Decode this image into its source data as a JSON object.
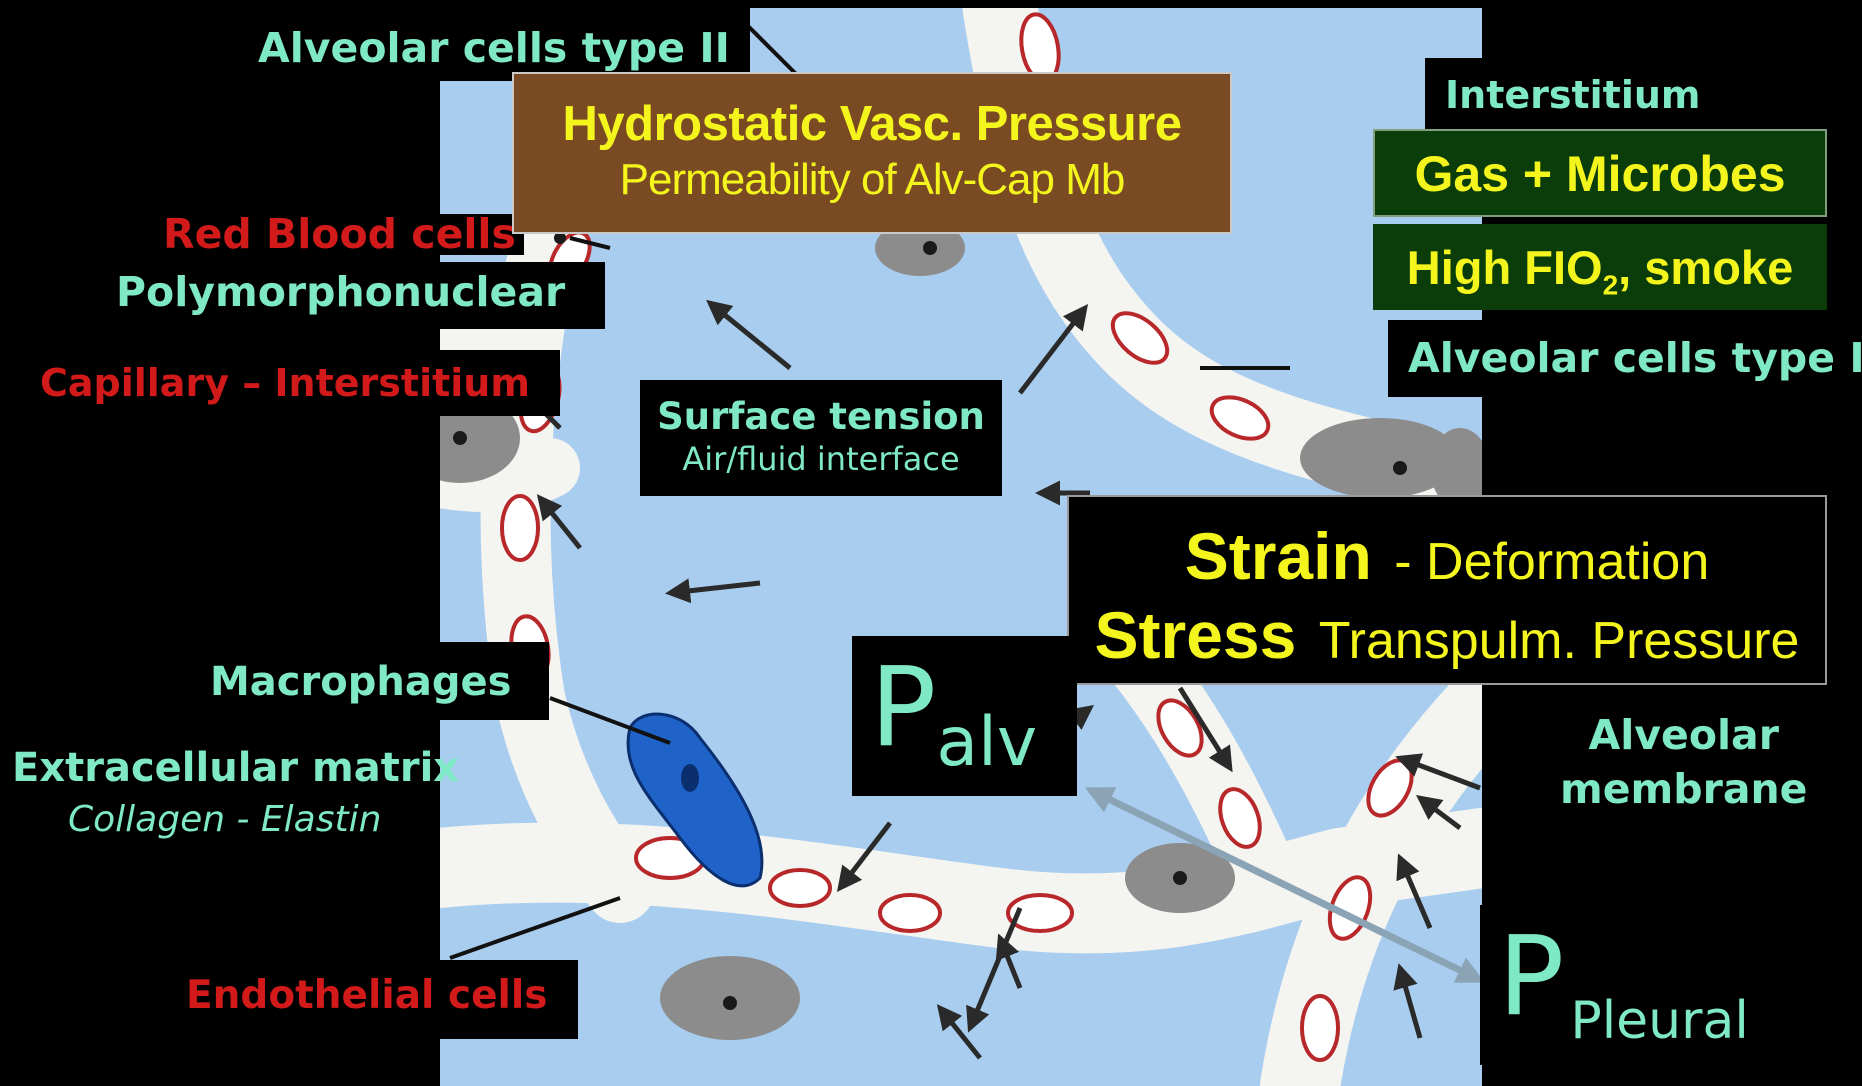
{
  "labels": {
    "alveolar_type_ii": "Alveolar cells type II",
    "red_blood_cells": "Red Blood cells",
    "polymorphonuclear": "Polymorphonuclear",
    "capillary_interstitium": "Capillary – Interstitium",
    "surface_tension": "Surface tension",
    "air_fluid_interface": "Air/fluid interface",
    "macrophages": "Macrophages",
    "extracellular_matrix": "Extracellular matrix",
    "collagen_elastin": "Collagen - Elastin",
    "endothelial_cells": "Endothelial cells",
    "interstitium": "Interstitium",
    "alveolar_type_i": "Alveolar cells type I",
    "alveolar_membrane_1": "Alveolar",
    "alveolar_membrane_2": "membrane"
  },
  "hydrostatic_box": {
    "title": "Hydrostatic  Vasc. Pressure",
    "subtitle": "Permeability of Alv-Cap Mb"
  },
  "gas_box": {
    "text": "Gas + Microbes"
  },
  "fio2_box": {
    "prefix": "High FIO",
    "sub": "2",
    "suffix": ", smoke"
  },
  "strain_box": {
    "strain": "Strain",
    "strain_desc": "- Deformation",
    "stress": "Stress",
    "stress_desc": "Transpulm. Pressure"
  },
  "p_alv": {
    "symbol": "P",
    "sub": "alv"
  },
  "p_pleural": {
    "symbol": "P",
    "sub": "Pleural"
  },
  "colors": {
    "alveolar_space": "#a9cdef",
    "tissue": "#f4f4f0",
    "capillary_outline": "#b8282a",
    "macrophage": "#1f62c8",
    "box_brown": "#7a4a22",
    "box_green": "#0a3d0a",
    "label_teal": "#7fe8c4",
    "label_red": "#d21a1a",
    "label_yellow": "#f5f51e"
  }
}
